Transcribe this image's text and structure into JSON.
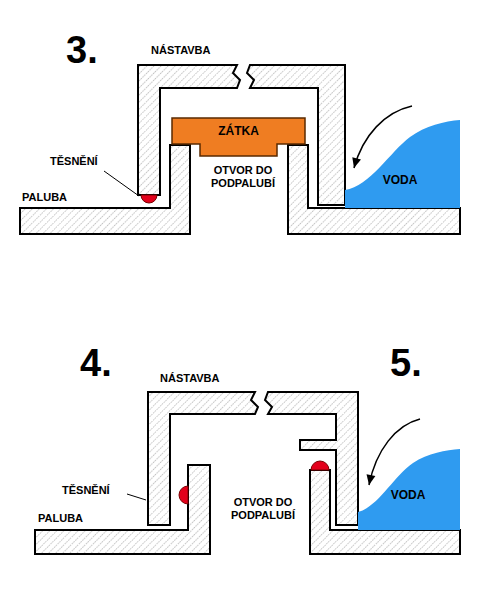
{
  "diagram": {
    "nodes": [
      {
        "text": [
          "ZÁTKA"
        ]
      },
      {
        "text": [
          "VODA"
        ]
      },
      {
        "text": [
          "VODA"
        ]
      }
    ],
    "labels": [
      "3.",
      "NÁSTAVBA",
      "TĚSNĚNÍ",
      "PALUBA",
      "OTVOR DO PODPALUBÍ",
      "4.",
      "NÁSTAVBA",
      "5.",
      "TĚSNĚNÍ",
      "PALUBA",
      "OTVOR DO PODPALUBÍ"
    ]
  }
}
